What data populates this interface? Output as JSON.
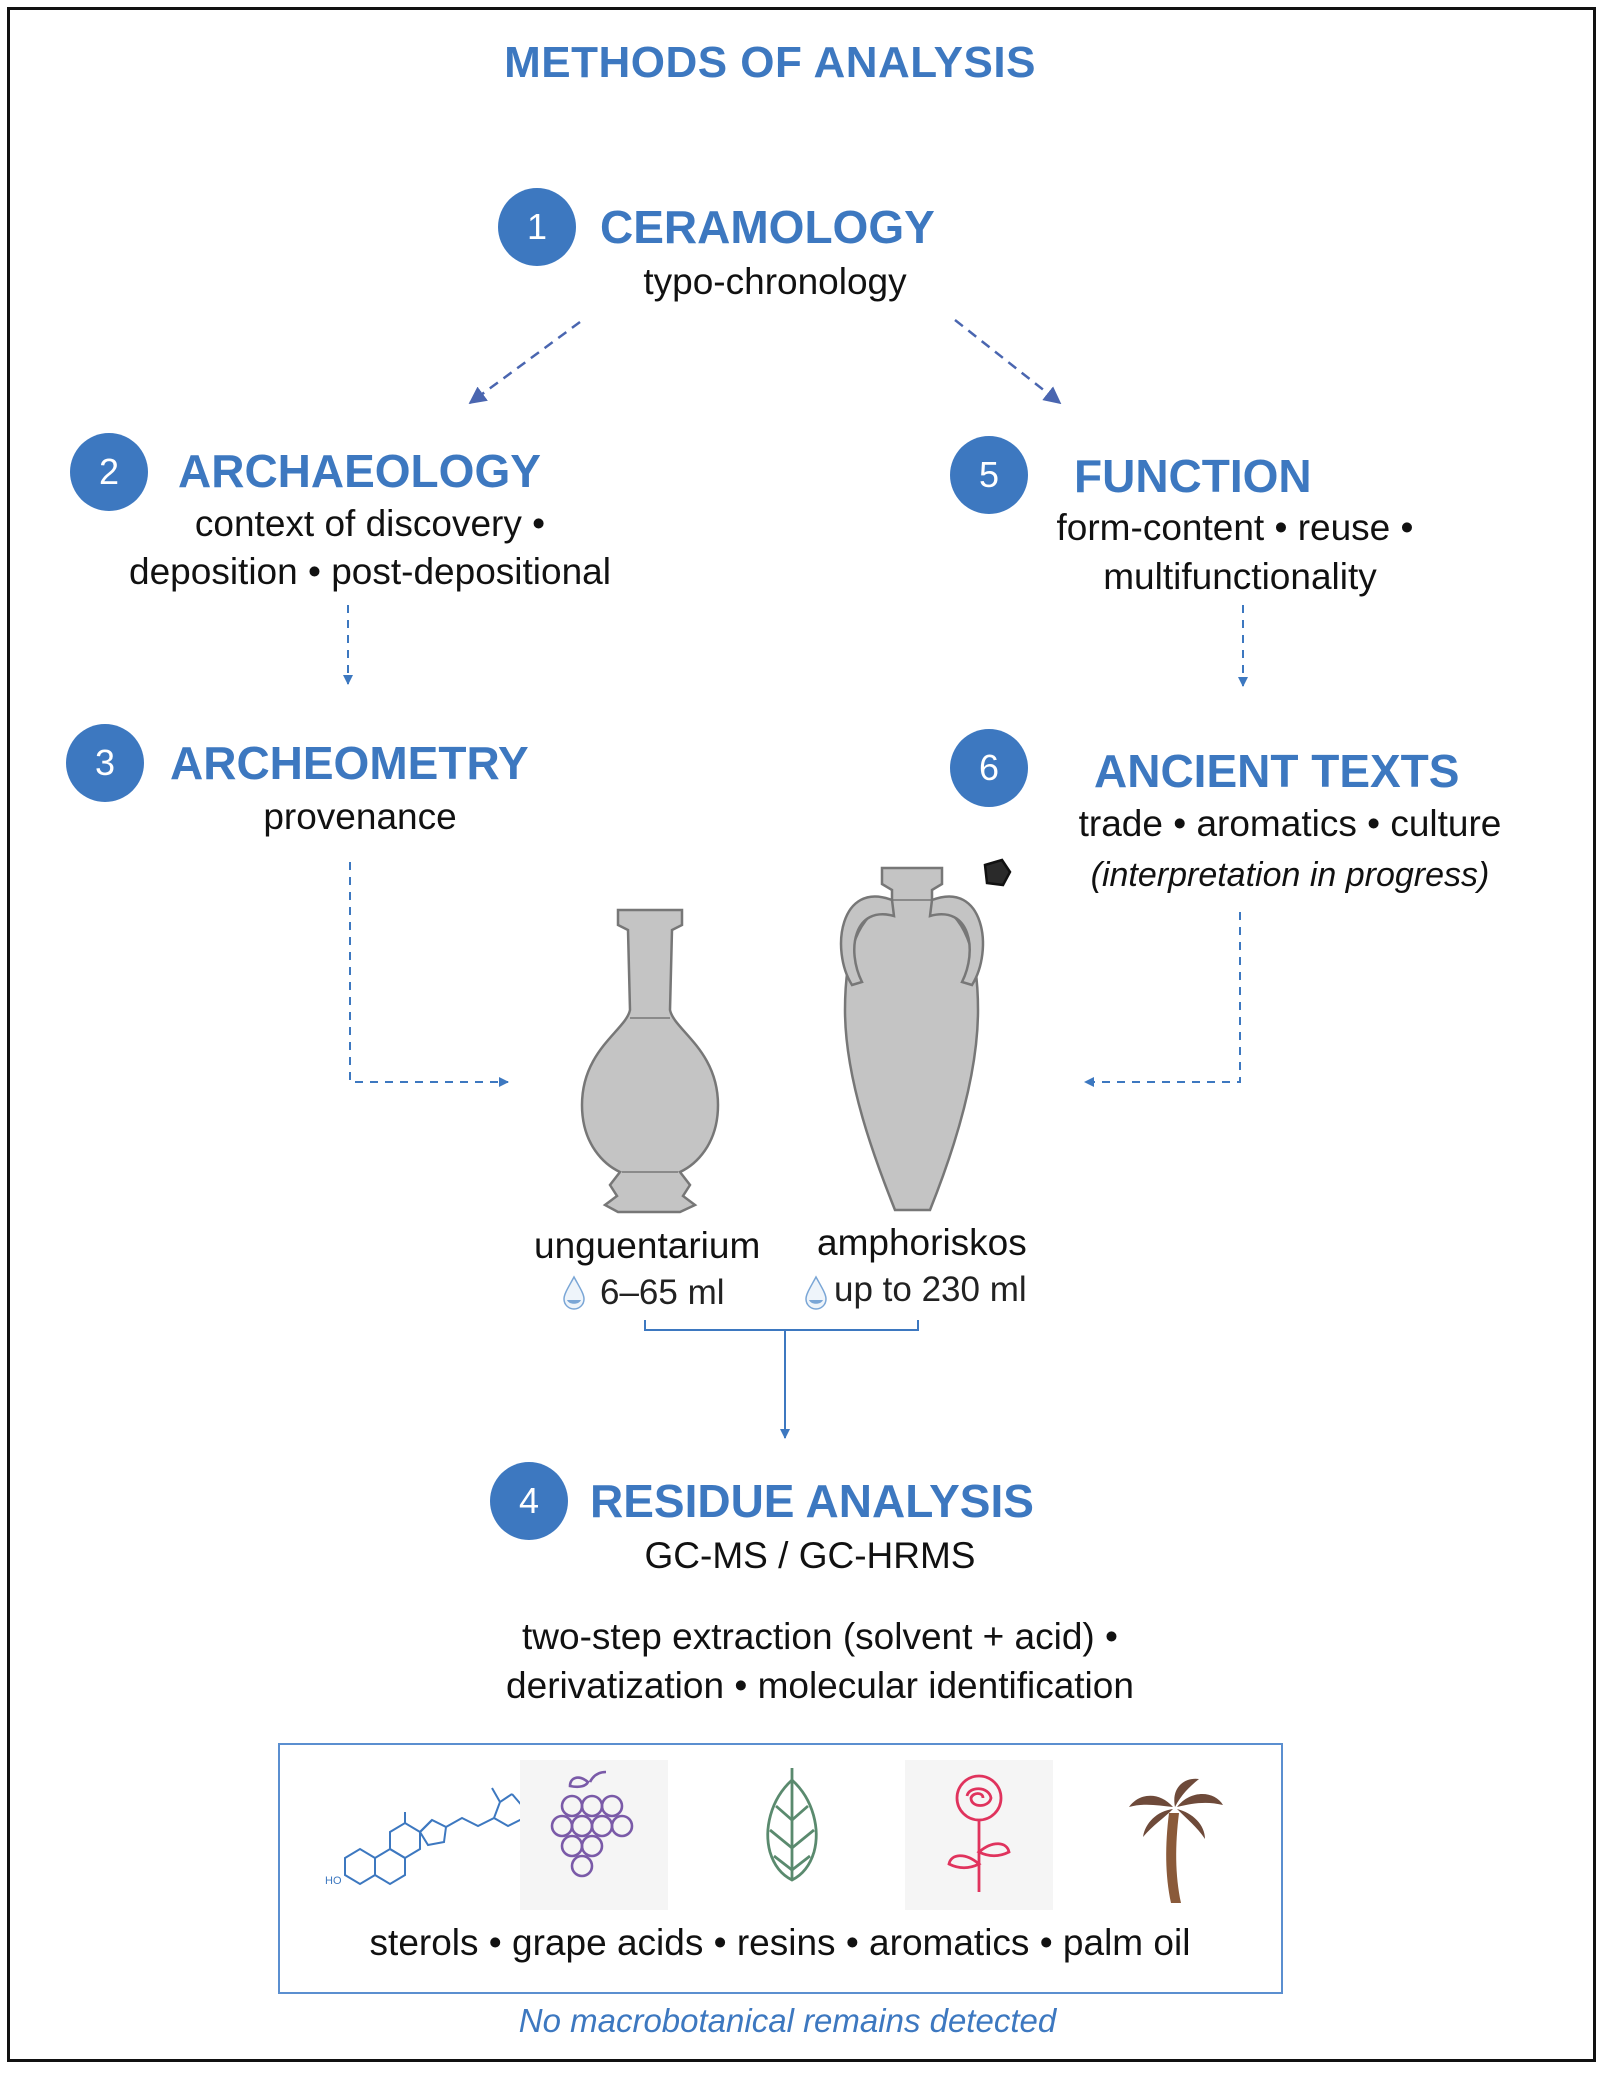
{
  "title": "METHODS OF ANALYSIS",
  "steps": {
    "ceramology": {
      "num": "1",
      "title": "CERAMOLOGY",
      "line1": "typo-chronology"
    },
    "archaeology": {
      "num": "2",
      "title": "ARCHAEOLOGY",
      "line1": "context of discovery •",
      "line2": "deposition • post-depositional"
    },
    "archeometry": {
      "num": "3",
      "title": "ARCHEOMETRY",
      "line1": "provenance"
    },
    "residue": {
      "num": "4",
      "title": "RESIDUE ANALYSIS",
      "line1": "GC-MS / GC-HRMS",
      "line2": "two-step extraction (solvent + acid) •",
      "line3": "derivatization • molecular identification"
    },
    "function": {
      "num": "5",
      "title": "FUNCTION",
      "line1": "form-content • reuse •",
      "line2": "multifunctionality"
    },
    "texts": {
      "num": "6",
      "title": "ANCIENT TEXTS",
      "line1": "trade • aromatics • culture",
      "line2": "(interpretation in progress)"
    }
  },
  "vessels": {
    "unguentarium": {
      "name": "unguentarium",
      "capacity": "6–65 ml"
    },
    "amphoriskos": {
      "name": "amphoriskos",
      "capacity": "up to 230 ml"
    }
  },
  "residues": {
    "list": "sterols • grape acids • resins • aromatics • palm oil"
  },
  "note": "No macrobotanical remains detected",
  "colors": {
    "accent": "#3d78c0",
    "vessel": "#c4c4c4",
    "grape": "#7a5aa8",
    "resin": "#5a8a6e",
    "rose": "#e0335d",
    "palm_leaf": "#6e4a3a",
    "palm_trunk": "#8a5a3a"
  },
  "icons": [
    "sterol-structure-icon",
    "grape-icon",
    "resin-cone-icon",
    "rose-icon",
    "palm-tree-icon",
    "water-drop-icon"
  ]
}
